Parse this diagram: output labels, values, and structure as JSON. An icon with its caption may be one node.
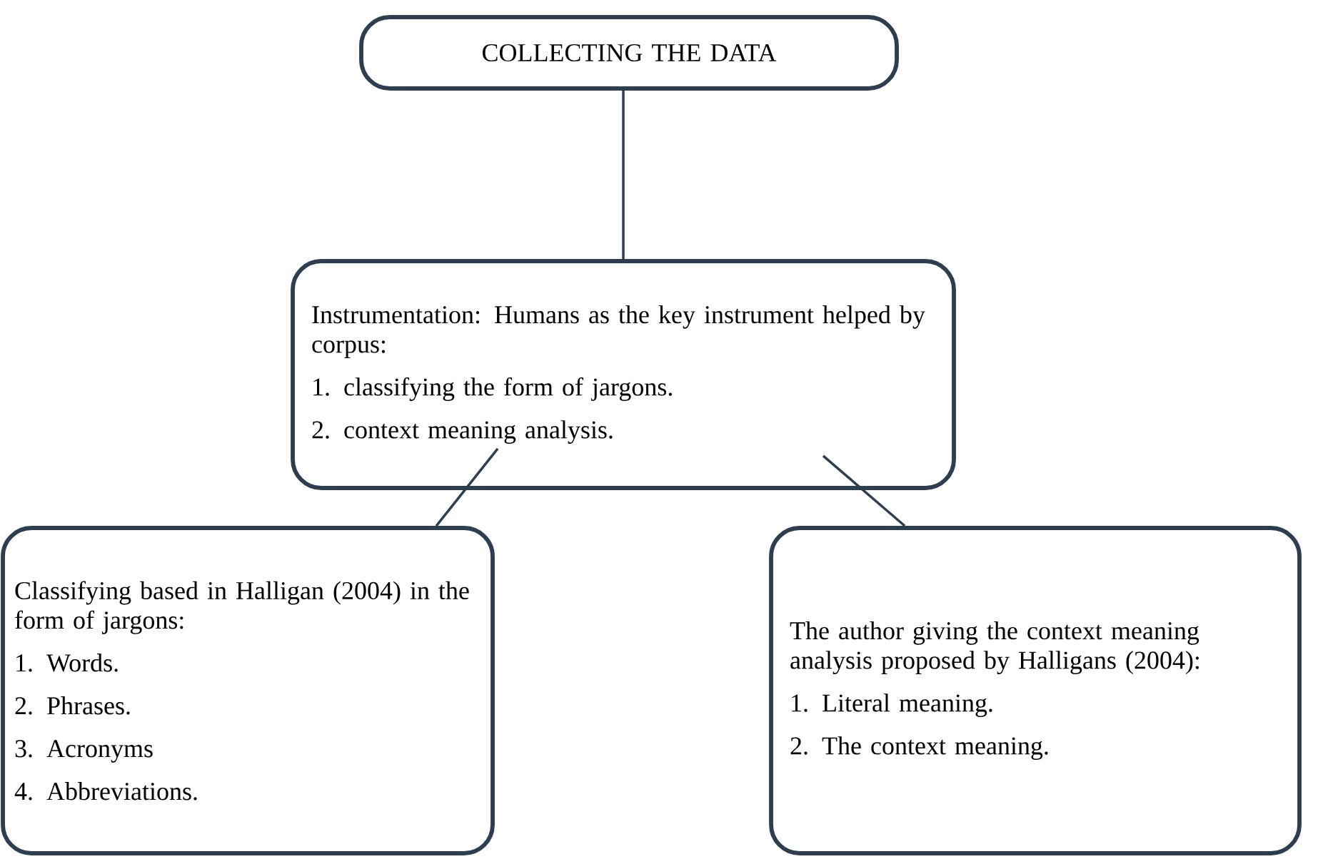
{
  "diagram": {
    "nodes": [
      {
        "text": [
          "COLLECTING THE DATA"
        ]
      },
      {
        "text": [
          "Instrumentation: Humans as the key instrument helped by corpus:",
          "1. classifying the form of jargons.",
          "2. context meaning analysis."
        ]
      },
      {
        "text": [
          "Classifying based in Halligan (2004) in the form of jargons:",
          "1. Words.",
          "2. Phrases.",
          "3. Acronyms",
          "4. Abbreviations."
        ]
      },
      {
        "text": [
          "The author giving the context meaning analysis proposed by Halligans (2004):",
          "1. Literal meaning.",
          "2. The context meaning."
        ]
      }
    ],
    "edges": [
      {
        "from": 0,
        "to": 1,
        "arrow": "none"
      },
      {
        "from": 1,
        "to": 2,
        "arrow": "none"
      },
      {
        "from": 1,
        "to": 3,
        "arrow": "none"
      }
    ]
  }
}
